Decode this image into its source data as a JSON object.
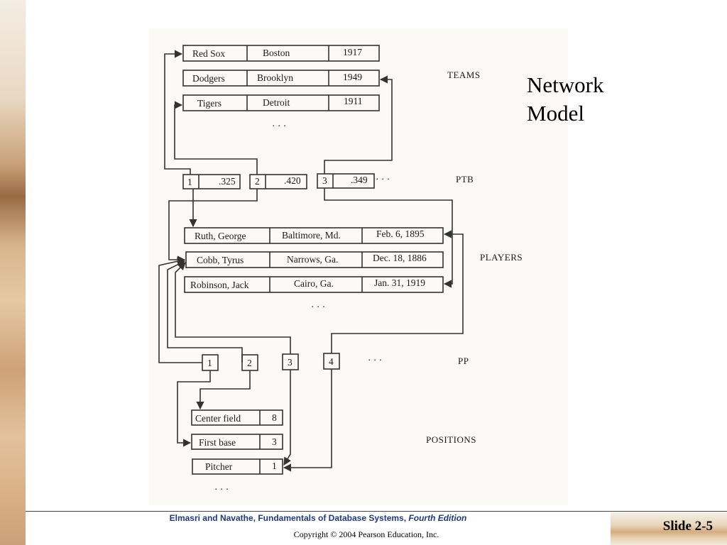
{
  "slide": {
    "title_line1": "Network",
    "title_line2": "Model",
    "number": "Slide 2-5"
  },
  "footer": {
    "text": "Elmasri and Navathe, Fundamentals of Database Systems,",
    "edition": "Fourth Edition",
    "copyright": "Copyright © 2004 Pearson Education, Inc."
  },
  "diagram": {
    "labels": {
      "teams": "TEAMS",
      "ptb": "PTB",
      "players": "PLAYERS",
      "pp": "PP",
      "positions": "POSITIONS"
    },
    "ellipsis": "· · ·",
    "teams": [
      {
        "name": "Red Sox",
        "city": "Boston",
        "year": "1917"
      },
      {
        "name": "Dodgers",
        "city": "Brooklyn",
        "year": "1949"
      },
      {
        "name": "Tigers",
        "city": "Detroit",
        "year": "1911"
      }
    ],
    "ptb": [
      {
        "id": "1",
        "avg": ".325"
      },
      {
        "id": "2",
        "avg": ".420"
      },
      {
        "id": "3",
        "avg": ".349"
      }
    ],
    "players": [
      {
        "name": "Ruth, George",
        "birthplace": "Baltimore, Md.",
        "birthdate": "Feb. 6, 1895"
      },
      {
        "name": "Cobb, Tyrus",
        "birthplace": "Narrows, Ga.",
        "birthdate": "Dec. 18, 1886"
      },
      {
        "name": "Robinson, Jack",
        "birthplace": "Cairo, Ga.",
        "birthdate": "Jan. 31, 1919"
      }
    ],
    "pp": [
      "1",
      "2",
      "3",
      "4"
    ],
    "positions": [
      {
        "name": "Center field",
        "code": "8"
      },
      {
        "name": "First base",
        "code": "3"
      },
      {
        "name": "Pitcher",
        "code": "1"
      }
    ]
  }
}
